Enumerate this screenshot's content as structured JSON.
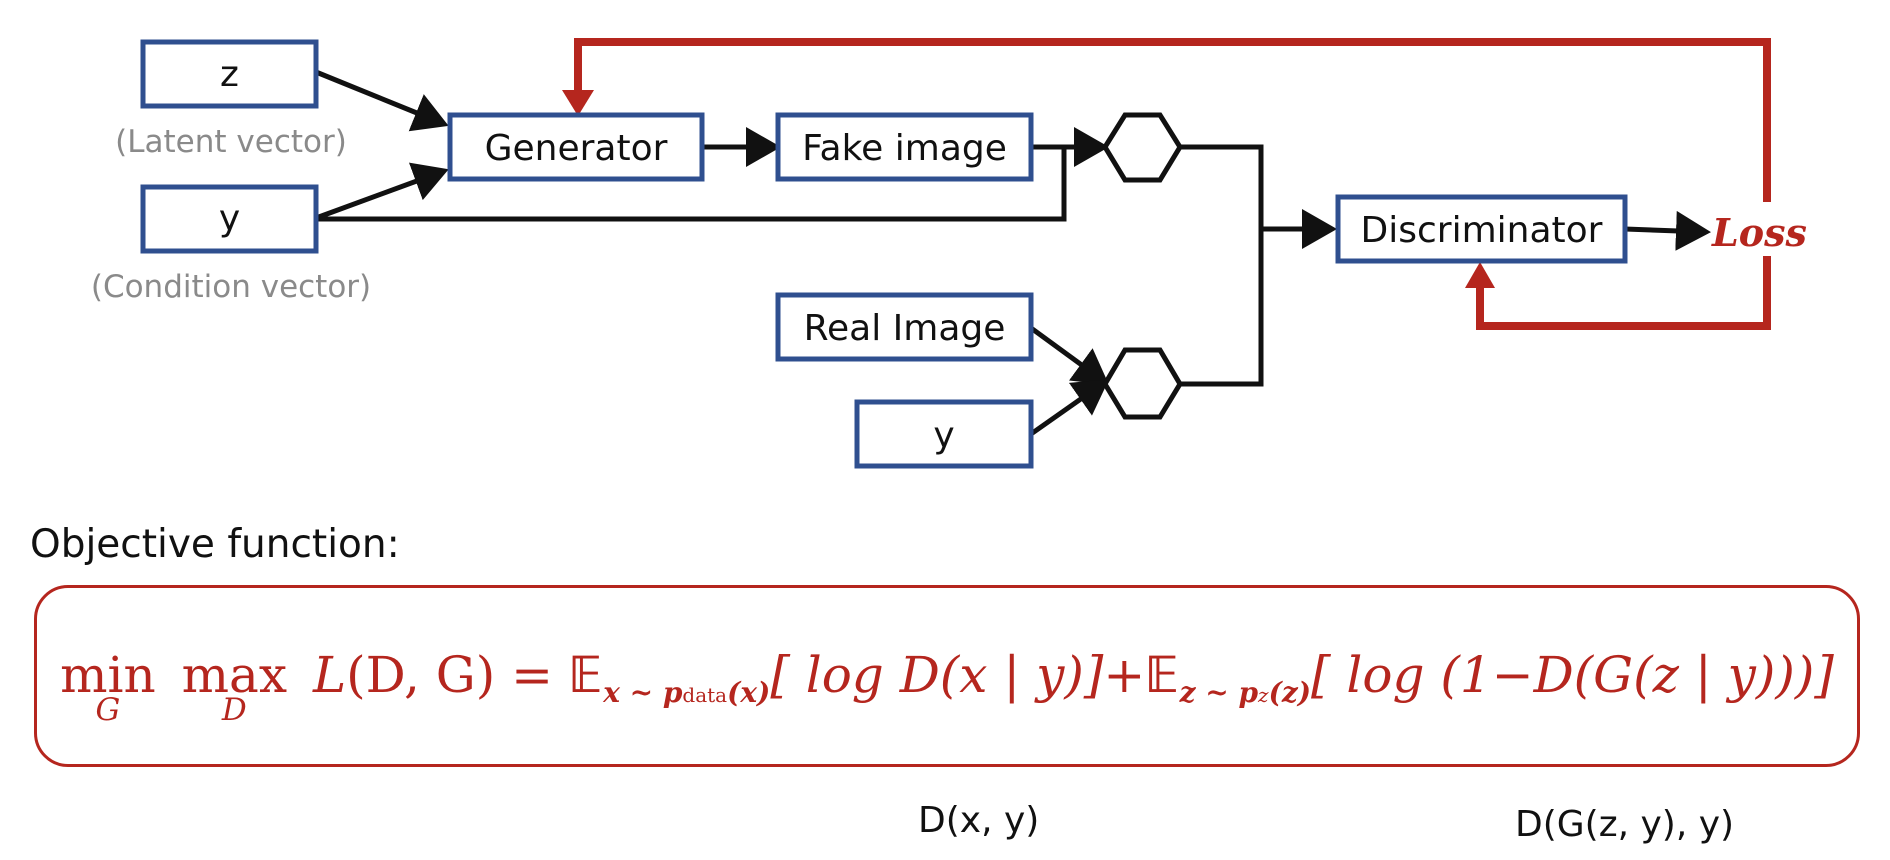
{
  "colors": {
    "accent_red": "#b5261e",
    "box_blue": "#2f4f8f",
    "text_gray": "#8a8a8a",
    "arrow_black": "#111111"
  },
  "nodes": {
    "z": "z",
    "latent_caption": "(Latent vector)",
    "y_condition": "y",
    "condition_caption": "(Condition vector)",
    "generator": "Generator",
    "fake_image": "Fake image",
    "real_image": "Real Image",
    "y_real": "y",
    "discriminator": "Discriminator",
    "loss": "Loss"
  },
  "objective": {
    "label": "Objective function:",
    "min": "min",
    "min_sub": "G",
    "max": "max",
    "max_sub": "D",
    "L": "L",
    "args": "(D, G) =",
    "E1": "𝔼",
    "E1_sub": "x ~ p",
    "E1_subsub": "data",
    "E1_subtail": "(x)",
    "term1": "[ log D(x | y)]",
    "plus": "+",
    "E2": "𝔼",
    "E2_sub": "z ~ p",
    "E2_subsub": "z",
    "E2_subtail": "(z)",
    "term2": "[ log (1−D(G(z | y)))]"
  },
  "annotations": {
    "real_term": "D(x, y)",
    "fake_term": "D(G(z, y), y)"
  }
}
